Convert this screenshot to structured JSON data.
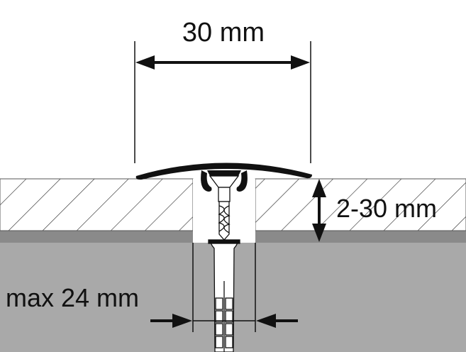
{
  "labels": {
    "width": "30 mm",
    "height_range": "2-30 mm",
    "max_gap": "max 24 mm"
  },
  "colors": {
    "subfloor": "#a9a9a9",
    "underlay": "#8a8a8a",
    "ink": "#111111"
  }
}
